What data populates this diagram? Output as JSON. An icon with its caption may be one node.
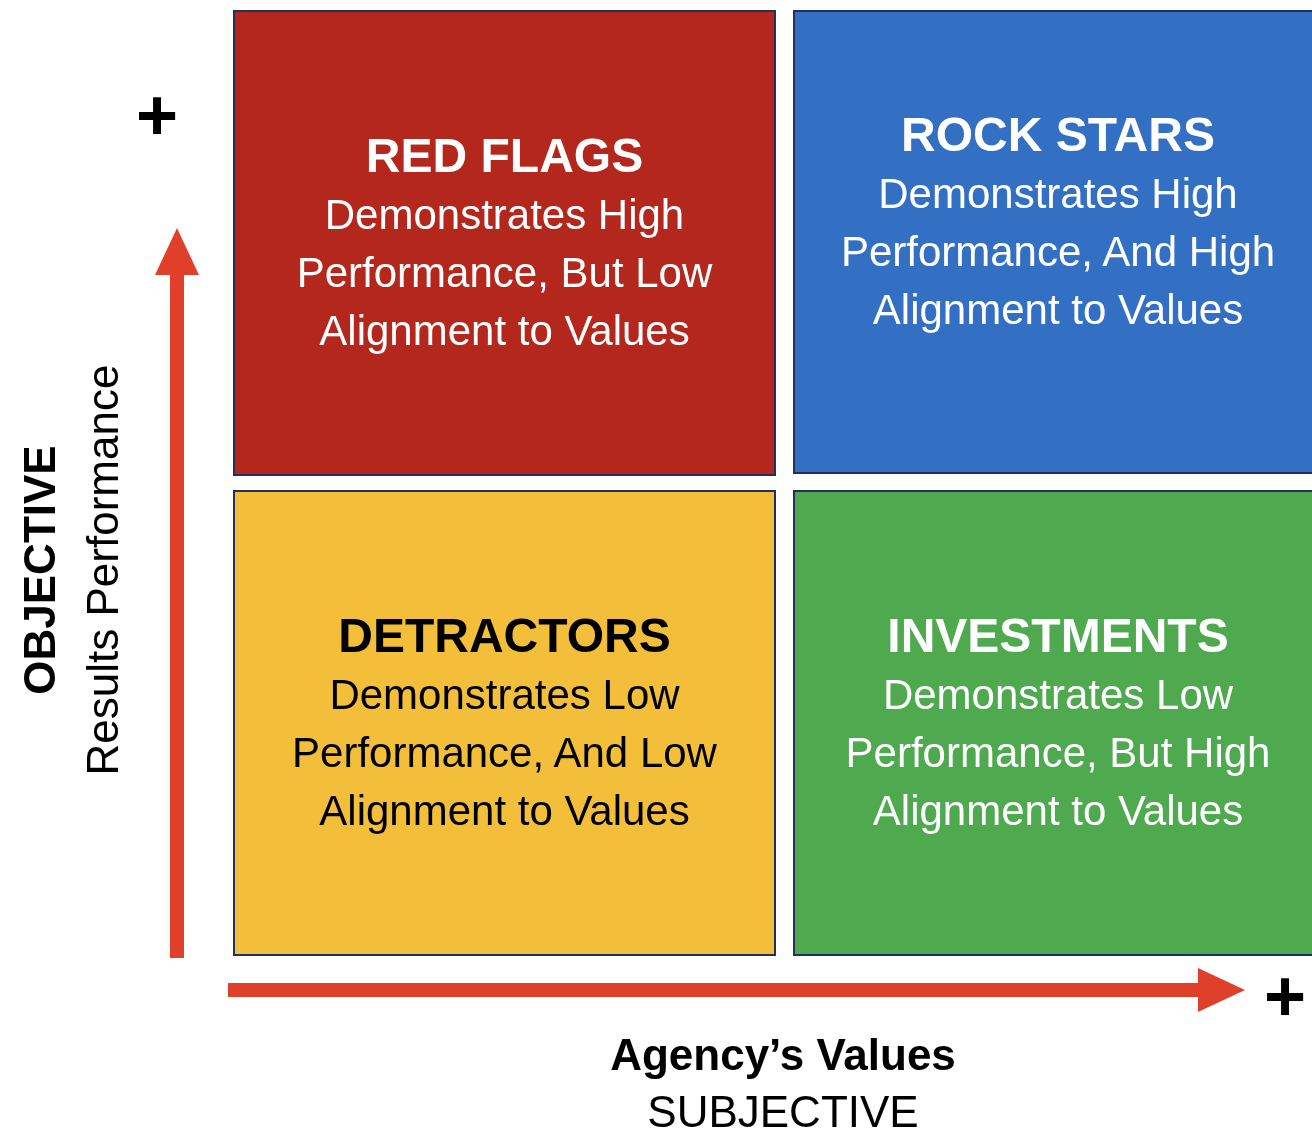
{
  "diagram": {
    "nodes": [
      {
        "text": [
          "RED FLAGS",
          "Demonstrates High Performance, But Low Alignment to Values"
        ]
      },
      {
        "text": [
          "ROCK STARS",
          "Demonstrates High Performance, And High Alignment to Values"
        ]
      },
      {
        "text": [
          "DETRACTORS",
          "Demonstrates Low Performance, And Low Alignment to Values"
        ]
      },
      {
        "text": [
          "INVESTMENTS",
          "Demonstrates Low Performance, But High Alignment to Values"
        ]
      }
    ],
    "labels": [
      "+",
      "OBJECTIVE",
      "Results Performance",
      "+",
      "Agency’s Values",
      "SUBJECTIVE"
    ]
  }
}
